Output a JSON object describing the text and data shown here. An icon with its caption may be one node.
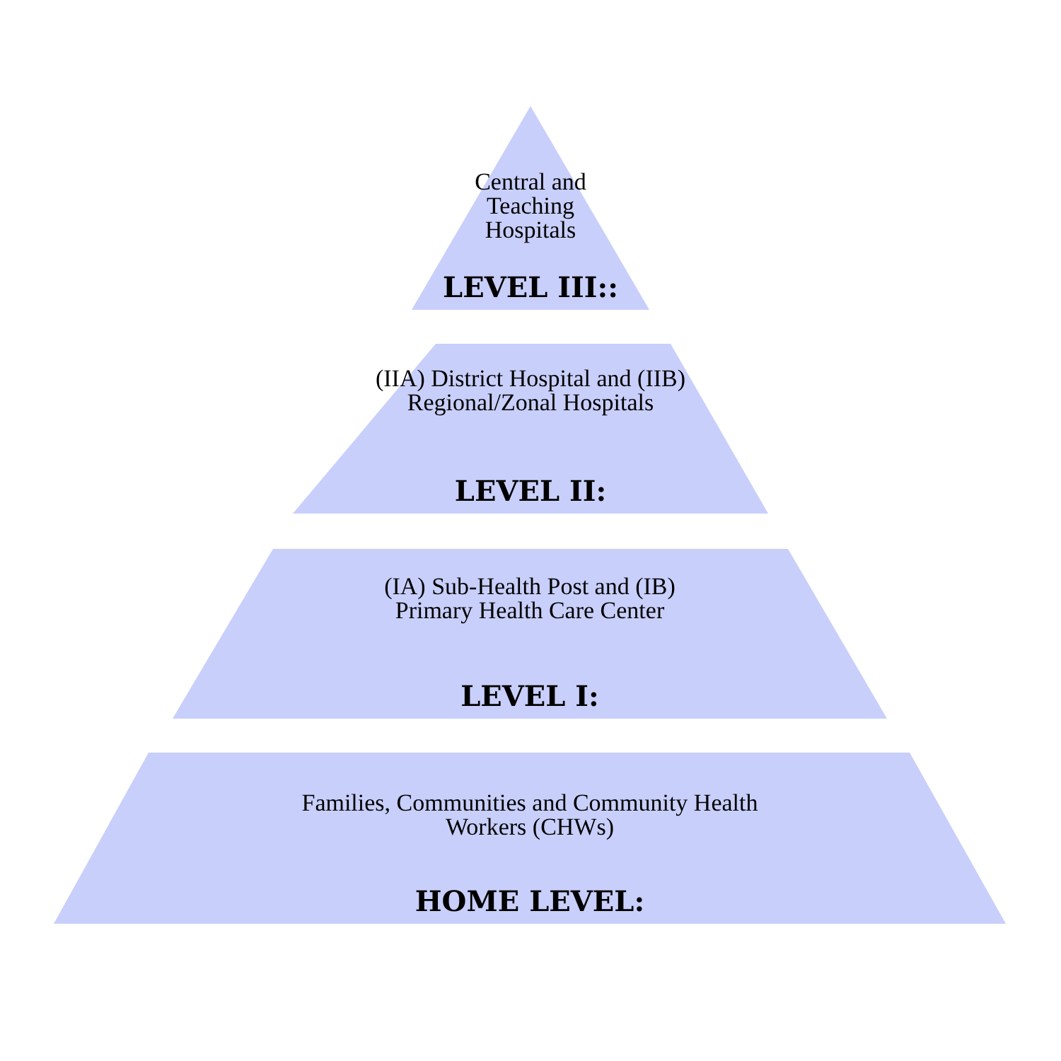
{
  "diagram": {
    "nodes": [
      {
        "text": [
          "Central and Teaching Hospitals",
          "LEVEL III::"
        ]
      },
      {
        "text": [
          "(IIA) District Hospital and (IIB) Regional/Zonal Hospitals",
          "LEVEL II:"
        ]
      },
      {
        "text": [
          "(IA) Sub-Health Post and (IB) Primary Health Care Center",
          "LEVEL I:"
        ]
      },
      {
        "text": [
          "Families, Communities and Community Health Workers (CHWs)",
          "HOME LEVEL:"
        ]
      }
    ]
  }
}
